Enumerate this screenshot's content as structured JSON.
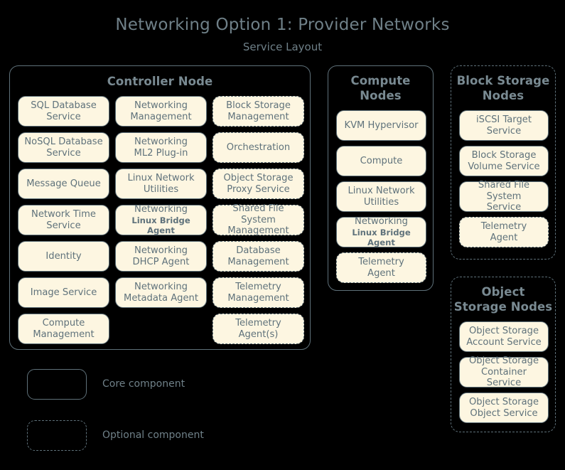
{
  "header": {
    "title": "Networking Option 1: Provider Networks",
    "subtitle": "Service Layout"
  },
  "colors": {
    "background": "#000000",
    "border": "#5f717a",
    "chip_fill": "#fdf6e1",
    "text": "#6f8088",
    "chip_text": "#5f727b"
  },
  "controller_node": {
    "title": "Controller Node",
    "border_style": "solid",
    "services": [
      {
        "line1": "SQL Database",
        "line2": "Service",
        "style": "solid"
      },
      {
        "line1": "Networking",
        "line2": "Management",
        "style": "solid"
      },
      {
        "line1": "Block Storage",
        "line2": "Management",
        "style": "dashed"
      },
      {
        "line1": "NoSQL Database",
        "line2": "Service",
        "style": "solid"
      },
      {
        "line1": "Networking",
        "line2": "ML2 Plug-in",
        "style": "solid"
      },
      {
        "line1": "Orchestration",
        "line2": "",
        "style": "dashed"
      },
      {
        "line1": "Message Queue",
        "line2": "",
        "style": "solid"
      },
      {
        "line1": "Linux Network",
        "line2": "Utilities",
        "style": "solid"
      },
      {
        "line1": "Object Storage",
        "line2": "Proxy Service",
        "style": "dashed"
      },
      {
        "line1": "Network Time",
        "line2": "Service",
        "style": "solid"
      },
      {
        "line1": "Networking",
        "line2": "Linux Bridge Agent",
        "style": "solid",
        "small_sub": true
      },
      {
        "line1": "Shared File System",
        "line2": "Management",
        "style": "dashed"
      },
      {
        "line1": "Identity",
        "line2": "",
        "style": "solid"
      },
      {
        "line1": "Networking",
        "line2": "DHCP Agent",
        "style": "solid"
      },
      {
        "line1": "Database",
        "line2": "Management",
        "style": "dashed"
      },
      {
        "line1": "Image Service",
        "line2": "",
        "style": "solid"
      },
      {
        "line1": "Networking",
        "line2": "Metadata Agent",
        "style": "solid"
      },
      {
        "line1": "Telemetry",
        "line2": "Management",
        "style": "dashed"
      },
      {
        "line1": "Compute",
        "line2": "Management",
        "style": "solid"
      },
      {
        "line1": "",
        "line2": "",
        "style": "spacer"
      },
      {
        "line1": "Telemetry",
        "line2": "Agent(s)",
        "style": "dashed"
      }
    ]
  },
  "compute_nodes": {
    "title_line1": "Compute",
    "title_line2": "Nodes",
    "border_style": "solid",
    "services": [
      {
        "line1": "KVM Hypervisor",
        "line2": "",
        "style": "solid"
      },
      {
        "line1": "Compute",
        "line2": "",
        "style": "solid"
      },
      {
        "line1": "Linux Network",
        "line2": "Utilities",
        "style": "solid"
      },
      {
        "line1": "Networking",
        "line2": "Linux Bridge Agent",
        "style": "solid",
        "small_sub": true
      },
      {
        "line1": "Telemetry",
        "line2": "Agent",
        "style": "dashed"
      }
    ]
  },
  "block_storage_nodes": {
    "title_line1": "Block Storage",
    "title_line2": "Nodes",
    "border_style": "dashed",
    "services": [
      {
        "line1": "iSCSI Target",
        "line2": "Service",
        "style": "solid"
      },
      {
        "line1": "Block Storage",
        "line2": "Volume Service",
        "style": "solid"
      },
      {
        "line1": "Shared File System",
        "line2": "Service",
        "style": "solid"
      },
      {
        "line1": "Telemetry",
        "line2": "Agent",
        "style": "dashed"
      }
    ]
  },
  "object_storage_nodes": {
    "title_line1": "Object",
    "title_line2": "Storage Nodes",
    "border_style": "dashed",
    "services": [
      {
        "line1": "Object Storage",
        "line2": "Account Service",
        "style": "solid"
      },
      {
        "line1": "Object Storage",
        "line2": "Container Service",
        "style": "solid"
      },
      {
        "line1": "Object Storage",
        "line2": "Object Service",
        "style": "solid"
      }
    ]
  },
  "legend": {
    "items": [
      {
        "style": "solid",
        "label": "Core component"
      },
      {
        "style": "dashed",
        "label": "Optional component"
      }
    ]
  }
}
